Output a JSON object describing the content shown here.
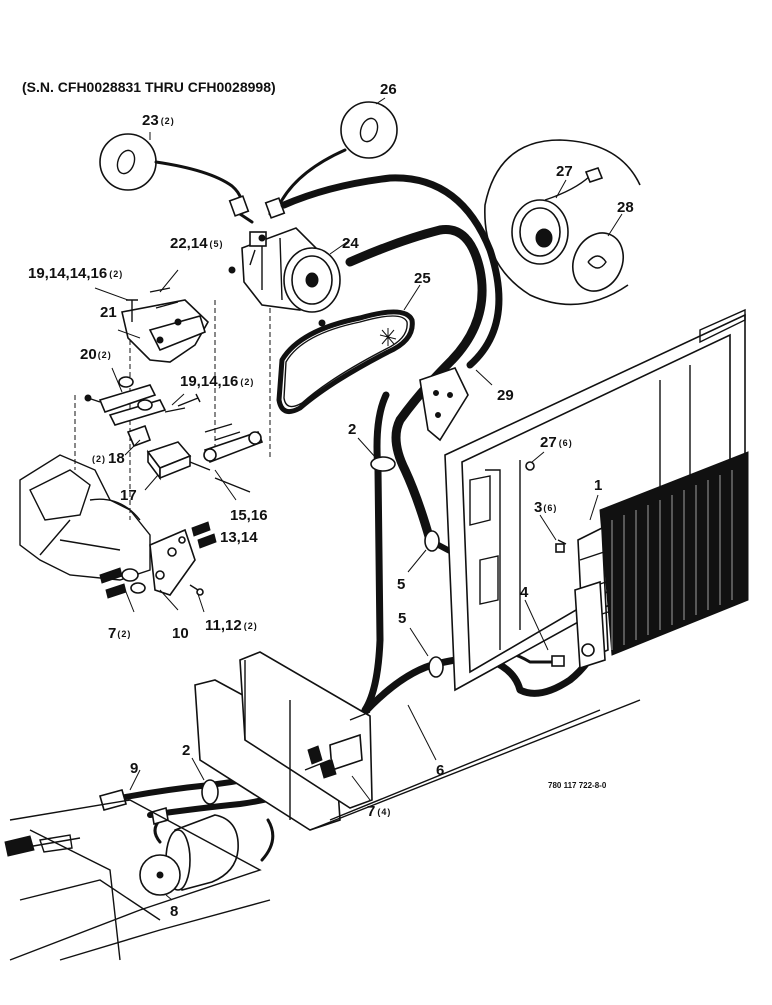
{
  "header": "(S.N. CFH0028831 THRU CFH0028998)",
  "drawing_code": "780 117 722-8-0",
  "callouts": [
    {
      "id": "23",
      "text": "23",
      "sub": "(2)"
    },
    {
      "id": "26",
      "text": "26",
      "sub": ""
    },
    {
      "id": "27a",
      "text": "27",
      "sub": ""
    },
    {
      "id": "28",
      "text": "28",
      "sub": ""
    },
    {
      "id": "22",
      "text": "22,14",
      "sub": "(5)"
    },
    {
      "id": "24",
      "text": "24",
      "sub": ""
    },
    {
      "id": "19a",
      "text": "19,14,14,16",
      "sub": "(2)"
    },
    {
      "id": "25",
      "text": "25",
      "sub": ""
    },
    {
      "id": "21",
      "text": "21",
      "sub": ""
    },
    {
      "id": "20",
      "text": "20",
      "sub": "(2)"
    },
    {
      "id": "19b",
      "text": "19,14,16",
      "sub": "(2)"
    },
    {
      "id": "29",
      "text": "29",
      "sub": ""
    },
    {
      "id": "2a",
      "text": "2",
      "sub": ""
    },
    {
      "id": "27b",
      "text": "27",
      "sub": "(6)"
    },
    {
      "id": "18",
      "text": "18",
      "sub": "(2)"
    },
    {
      "id": "1",
      "text": "1",
      "sub": ""
    },
    {
      "id": "3",
      "text": "3",
      "sub": "(6)"
    },
    {
      "id": "17",
      "text": "17",
      "sub": ""
    },
    {
      "id": "15",
      "text": "15,16",
      "sub": ""
    },
    {
      "id": "13",
      "text": "13,14",
      "sub": ""
    },
    {
      "id": "5a",
      "text": "5",
      "sub": ""
    },
    {
      "id": "4",
      "text": "4",
      "sub": ""
    },
    {
      "id": "7a",
      "text": "7",
      "sub": "(2)"
    },
    {
      "id": "10",
      "text": "10",
      "sub": ""
    },
    {
      "id": "11",
      "text": "11,12",
      "sub": "(2)"
    },
    {
      "id": "5b",
      "text": "5",
      "sub": ""
    },
    {
      "id": "6",
      "text": "6",
      "sub": ""
    },
    {
      "id": "2b",
      "text": "2",
      "sub": ""
    },
    {
      "id": "9",
      "text": "9",
      "sub": ""
    },
    {
      "id": "7b",
      "text": "7",
      "sub": "(4)"
    },
    {
      "id": "8",
      "text": "8",
      "sub": ""
    }
  ]
}
